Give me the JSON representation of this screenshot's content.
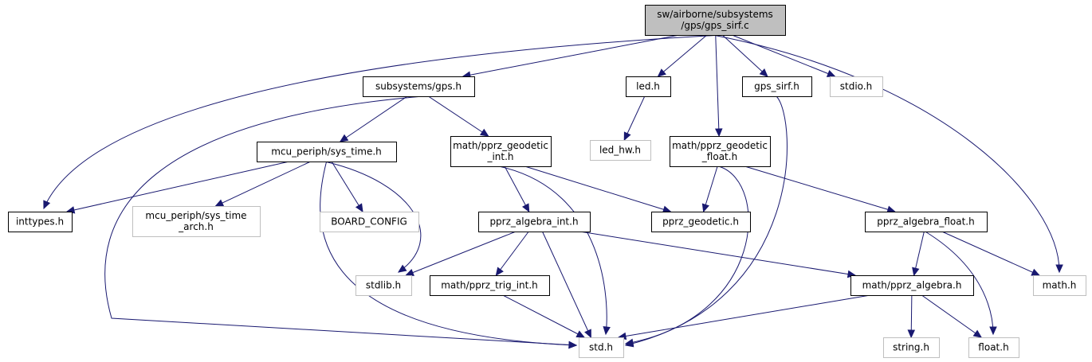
{
  "diagram": {
    "edge_color": "#191970",
    "node_border": "#000000",
    "missing_node_border": "#bfbfbf",
    "root_fill": "#bfbfbf",
    "nodes": [
      {
        "id": "root",
        "kind": "root",
        "lines": [
          "sw/airborne/subsystems",
          "/gps/gps_sirf.c"
        ]
      },
      {
        "id": "subsystems_gps",
        "kind": "normal",
        "lines": [
          "subsystems/gps.h"
        ]
      },
      {
        "id": "led",
        "kind": "normal",
        "lines": [
          "led.h"
        ]
      },
      {
        "id": "gps_sirf_h",
        "kind": "normal",
        "lines": [
          "gps_sirf.h"
        ]
      },
      {
        "id": "stdio",
        "kind": "missing",
        "lines": [
          "stdio.h"
        ]
      },
      {
        "id": "led_hw",
        "kind": "missing",
        "lines": [
          "led_hw.h"
        ]
      },
      {
        "id": "sys_time",
        "kind": "normal",
        "lines": [
          "mcu_periph/sys_time.h"
        ]
      },
      {
        "id": "geodetic_int",
        "kind": "normal",
        "lines": [
          "math/pprz_geodetic",
          "_int.h"
        ]
      },
      {
        "id": "geodetic_float",
        "kind": "normal",
        "lines": [
          "math/pprz_geodetic",
          "_float.h"
        ]
      },
      {
        "id": "inttypes",
        "kind": "normal",
        "lines": [
          "inttypes.h"
        ]
      },
      {
        "id": "sys_time_arch",
        "kind": "missing",
        "lines": [
          "mcu_periph/sys_time",
          "_arch.h"
        ]
      },
      {
        "id": "board_config",
        "kind": "missing",
        "lines": [
          "BOARD_CONFIG"
        ]
      },
      {
        "id": "algebra_int",
        "kind": "normal",
        "lines": [
          "pprz_algebra_int.h"
        ]
      },
      {
        "id": "pprz_geodetic",
        "kind": "normal",
        "lines": [
          "pprz_geodetic.h"
        ]
      },
      {
        "id": "algebra_float",
        "kind": "normal",
        "lines": [
          "pprz_algebra_float.h"
        ]
      },
      {
        "id": "stdlib",
        "kind": "missing",
        "lines": [
          "stdlib.h"
        ]
      },
      {
        "id": "trig_int",
        "kind": "normal",
        "lines": [
          "math/pprz_trig_int.h"
        ]
      },
      {
        "id": "pprz_algebra",
        "kind": "normal",
        "lines": [
          "math/pprz_algebra.h"
        ]
      },
      {
        "id": "math",
        "kind": "missing",
        "lines": [
          "math.h"
        ]
      },
      {
        "id": "std",
        "kind": "missing",
        "lines": [
          "std.h"
        ]
      },
      {
        "id": "string",
        "kind": "missing",
        "lines": [
          "string.h"
        ]
      },
      {
        "id": "float",
        "kind": "missing",
        "lines": [
          "float.h"
        ]
      }
    ],
    "edges": [
      [
        "root",
        "subsystems_gps"
      ],
      [
        "root",
        "led"
      ],
      [
        "root",
        "gps_sirf_h"
      ],
      [
        "root",
        "stdio"
      ],
      [
        "root",
        "geodetic_float"
      ],
      [
        "root",
        "inttypes"
      ],
      [
        "root",
        "math"
      ],
      [
        "subsystems_gps",
        "sys_time"
      ],
      [
        "subsystems_gps",
        "geodetic_int"
      ],
      [
        "subsystems_gps",
        "std"
      ],
      [
        "led",
        "led_hw"
      ],
      [
        "gps_sirf_h",
        "std"
      ],
      [
        "sys_time",
        "inttypes"
      ],
      [
        "sys_time",
        "sys_time_arch"
      ],
      [
        "sys_time",
        "board_config"
      ],
      [
        "sys_time",
        "stdlib"
      ],
      [
        "sys_time",
        "std"
      ],
      [
        "geodetic_int",
        "algebra_int"
      ],
      [
        "geodetic_int",
        "pprz_geodetic"
      ],
      [
        "geodetic_int",
        "std"
      ],
      [
        "geodetic_float",
        "pprz_geodetic"
      ],
      [
        "geodetic_float",
        "algebra_float"
      ],
      [
        "geodetic_float",
        "std"
      ],
      [
        "algebra_int",
        "stdlib"
      ],
      [
        "algebra_int",
        "trig_int"
      ],
      [
        "algebra_int",
        "std"
      ],
      [
        "algebra_int",
        "pprz_algebra"
      ],
      [
        "trig_int",
        "std"
      ],
      [
        "algebra_float",
        "pprz_algebra"
      ],
      [
        "algebra_float",
        "math"
      ],
      [
        "algebra_float",
        "float"
      ],
      [
        "pprz_algebra",
        "std"
      ],
      [
        "pprz_algebra",
        "string"
      ],
      [
        "pprz_algebra",
        "float"
      ]
    ]
  }
}
